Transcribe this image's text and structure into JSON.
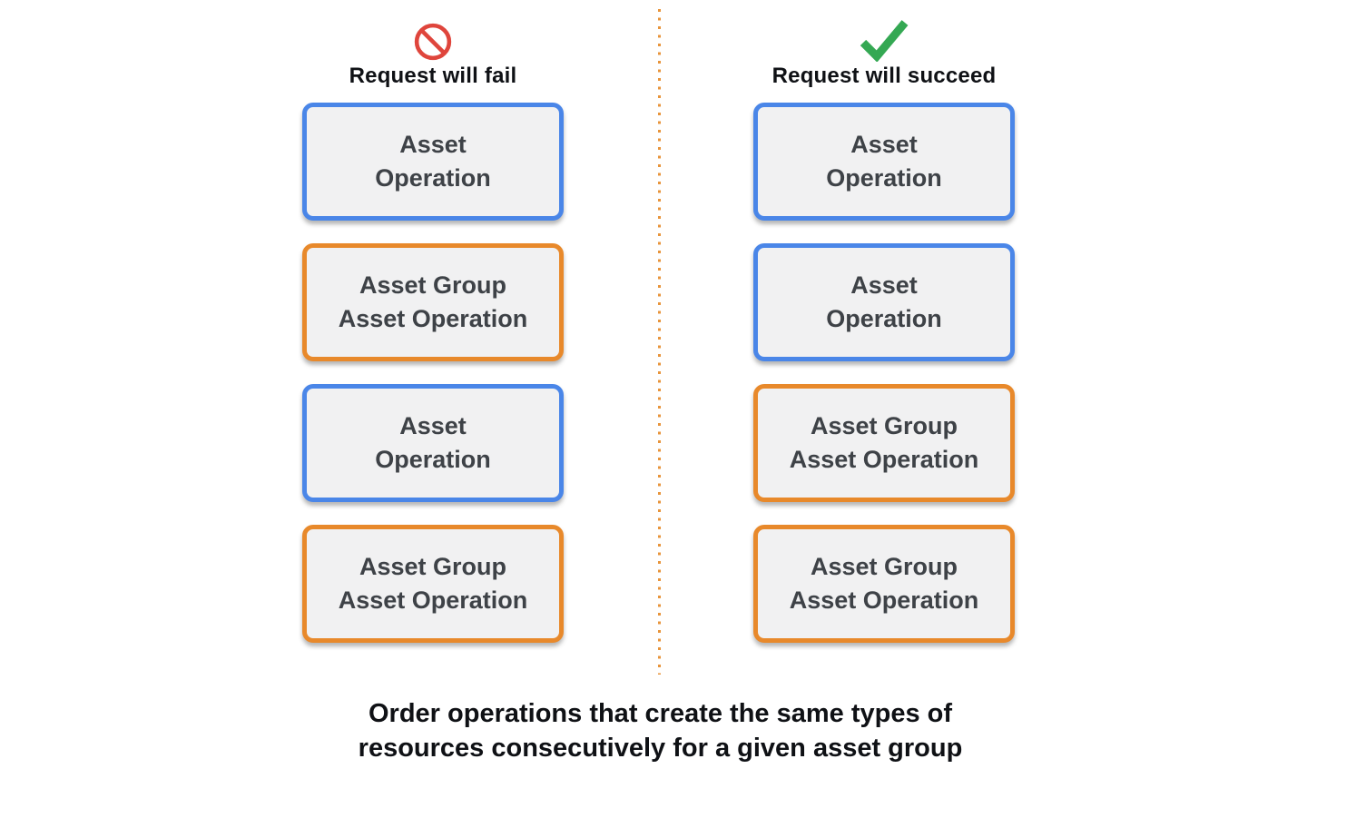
{
  "colors": {
    "blue": "#4A86E8",
    "orange": "#E8892B",
    "red": "#DF453C",
    "green": "#34A853",
    "box_fill": "#F1F1F2",
    "box_text": "#3E4247",
    "heading_text": "#0F1115",
    "divider": "#E8953C"
  },
  "columns": [
    {
      "id": "fail",
      "icon": "prohibited-icon",
      "header": "Request will fail",
      "boxes": [
        {
          "type": "asset-operation",
          "color": "blue",
          "label": "Asset\nOperation"
        },
        {
          "type": "asset-group-asset-operation",
          "color": "orange",
          "label": "Asset Group\nAsset Operation"
        },
        {
          "type": "asset-operation",
          "color": "blue",
          "label": "Asset\nOperation"
        },
        {
          "type": "asset-group-asset-operation",
          "color": "orange",
          "label": "Asset Group\nAsset Operation"
        }
      ]
    },
    {
      "id": "succeed",
      "icon": "checkmark-icon",
      "header": "Request will succeed",
      "boxes": [
        {
          "type": "asset-operation",
          "color": "blue",
          "label": "Asset\nOperation"
        },
        {
          "type": "asset-operation",
          "color": "blue",
          "label": "Asset\nOperation"
        },
        {
          "type": "asset-group-asset-operation",
          "color": "orange",
          "label": "Asset Group\nAsset Operation"
        },
        {
          "type": "asset-group-asset-operation",
          "color": "orange",
          "label": "Asset Group\nAsset Operation"
        }
      ]
    }
  ],
  "caption": "Order operations that create the same types of\nresources consecutively for a given asset group"
}
